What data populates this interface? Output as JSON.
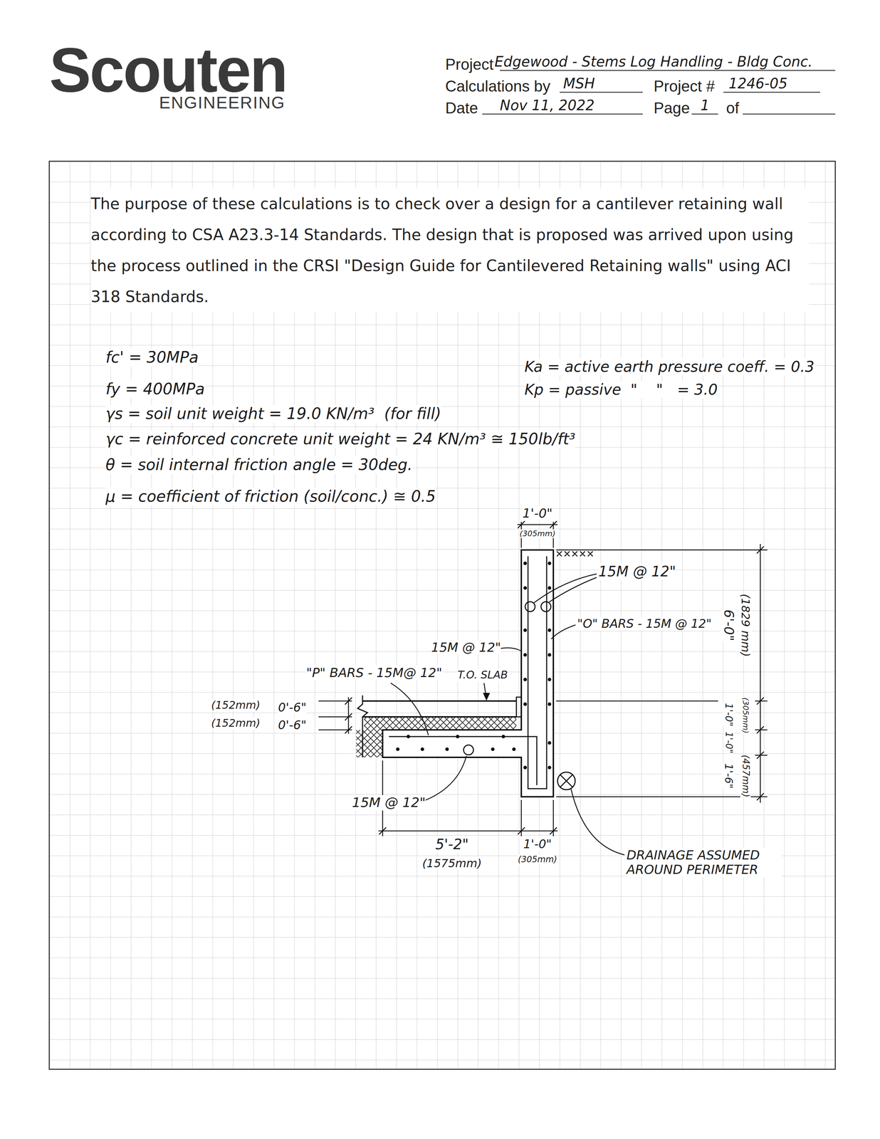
{
  "diagram": {
    "labels": [
      "Scouten",
      "ENGINEERING",
      "Project",
      "Edgewood - Stems Log Handling - Bldg Conc.",
      "Calculations by",
      "MSH",
      "Project #",
      "1246-05",
      "Date",
      "Nov 11, 2022",
      "Page",
      "1",
      "of",
      "The purpose of these calculations is to check over a design for a cantilever retaining wall according to CSA A23.3-14 Standards. The design that is proposed was arrived upon using the process outlined in the CRSI \"Design Guide for Cantilevered Retaining walls\" using ACI 318 Standards.",
      "fc' = 30MPa",
      "fy = 400MPa",
      "γs = soil unit weight = 19.0 KN/m³  (for fill)",
      "γc = reinforced concrete unit weight = 24 KN/m³ ≅ 150lb/ft³",
      "θ = soil internal friction angle = 30deg.",
      "μ = coefficient of friction (soil/conc.) ≅ 0.5",
      "Ka = active earth pressure coeff. = 0.3",
      "Kp = passive  \"    \"   = 3.0",
      "1'-0\"",
      "(305mm)",
      "15M @ 12\"",
      "\"O\" BARS - 15M @ 12\"",
      "15M @ 12\"",
      "\"P\" BARS - 15M@ 12\"",
      "T.O. SLAB",
      "(152mm)",
      "0'-6\"",
      "(152mm)",
      "0'-6\"",
      "6'-0\"",
      "(1829 mm)",
      "1'-0\"",
      "(305mm)",
      "1'-0\"",
      "1'-6\"",
      "(457mm)",
      "15M @ 12\"",
      "5'-2\"",
      "(1575mm)",
      "1'-0\"",
      "(305mm)",
      "DRAINAGE ASSUMED AROUND PERIMETER"
    ]
  }
}
